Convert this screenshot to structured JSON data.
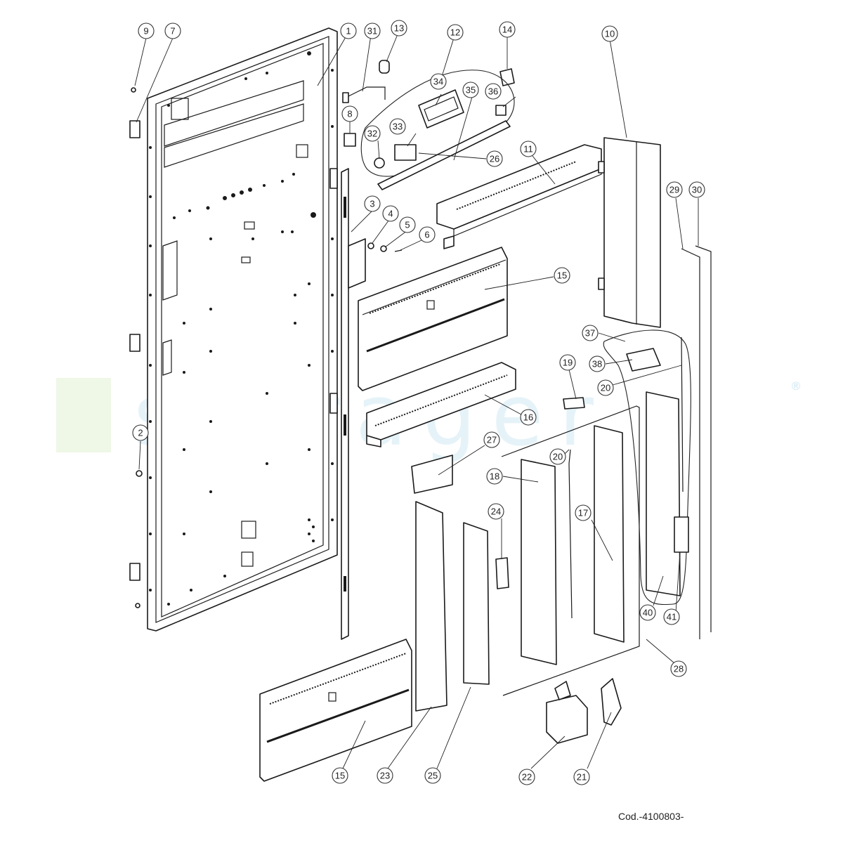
{
  "document": {
    "code": "Cod.-4100803-"
  },
  "watermark": {
    "text": "sefrager",
    "reg_mark": "®"
  },
  "colors": {
    "line": "#1a1a1a",
    "watermark": "#008cc8",
    "watermark_bar": "#78be3c"
  },
  "callouts": {
    "c1": "1",
    "c2": "2",
    "c3": "3",
    "c4": "4",
    "c5": "5",
    "c6": "6",
    "c7": "7",
    "c8": "8",
    "c9": "9",
    "c10": "10",
    "c11": "11",
    "c12": "12",
    "c13": "13",
    "c14": "14",
    "c15a": "15",
    "c15b": "15",
    "c16": "16",
    "c17": "17",
    "c18": "18",
    "c19": "19",
    "c20a": "20",
    "c20b": "20",
    "c21": "21",
    "c22": "22",
    "c23": "23",
    "c24": "24",
    "c25": "25",
    "c26": "26",
    "c27": "27",
    "c28": "28",
    "c29": "29",
    "c30": "30",
    "c31": "31",
    "c32": "32",
    "c33": "33",
    "c34": "34",
    "c35": "35",
    "c36": "36",
    "c37": "37",
    "c38": "38",
    "c40": "40",
    "c41": "41"
  }
}
